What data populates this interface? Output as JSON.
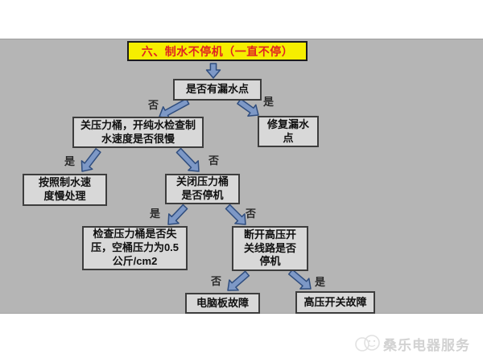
{
  "title": {
    "text": "六、制水不停机（一直不停）"
  },
  "nodes": {
    "leak_check": {
      "label": "是否有漏水点"
    },
    "close_tank_speed": {
      "label": "关压力桶，开纯水检查制\n水速度是否很慢"
    },
    "fix_leak": {
      "label": "修复漏水\n点"
    },
    "slow_speed_handle": {
      "label": "按照制水速\n度慢处理"
    },
    "close_tank_stop": {
      "label": "关闭压力桶\n是否停机"
    },
    "check_tank_pressure": {
      "label": "检查压力桶是否失\n压，空桶压力为0.5\n公斤/cm2"
    },
    "disconnect_hp_switch": {
      "label": "断开高压开\n关线路是否\n停机"
    },
    "board_fault": {
      "label": "电脑板故障"
    },
    "hp_switch_fault": {
      "label": "高压开关故障"
    }
  },
  "edge_labels": {
    "yes": "是",
    "no": "否"
  },
  "watermark": {
    "text": "桑乐电器服务"
  },
  "colors": {
    "panel_bg": "#b5b5b5",
    "title_bg": "#f6ee00",
    "title_text": "#e02222",
    "node_bg": "#d8d8d8",
    "node_border": "#3d3d3d",
    "arrow_fill": "#7d98c6",
    "arrow_stroke": "#2f4d7e"
  }
}
